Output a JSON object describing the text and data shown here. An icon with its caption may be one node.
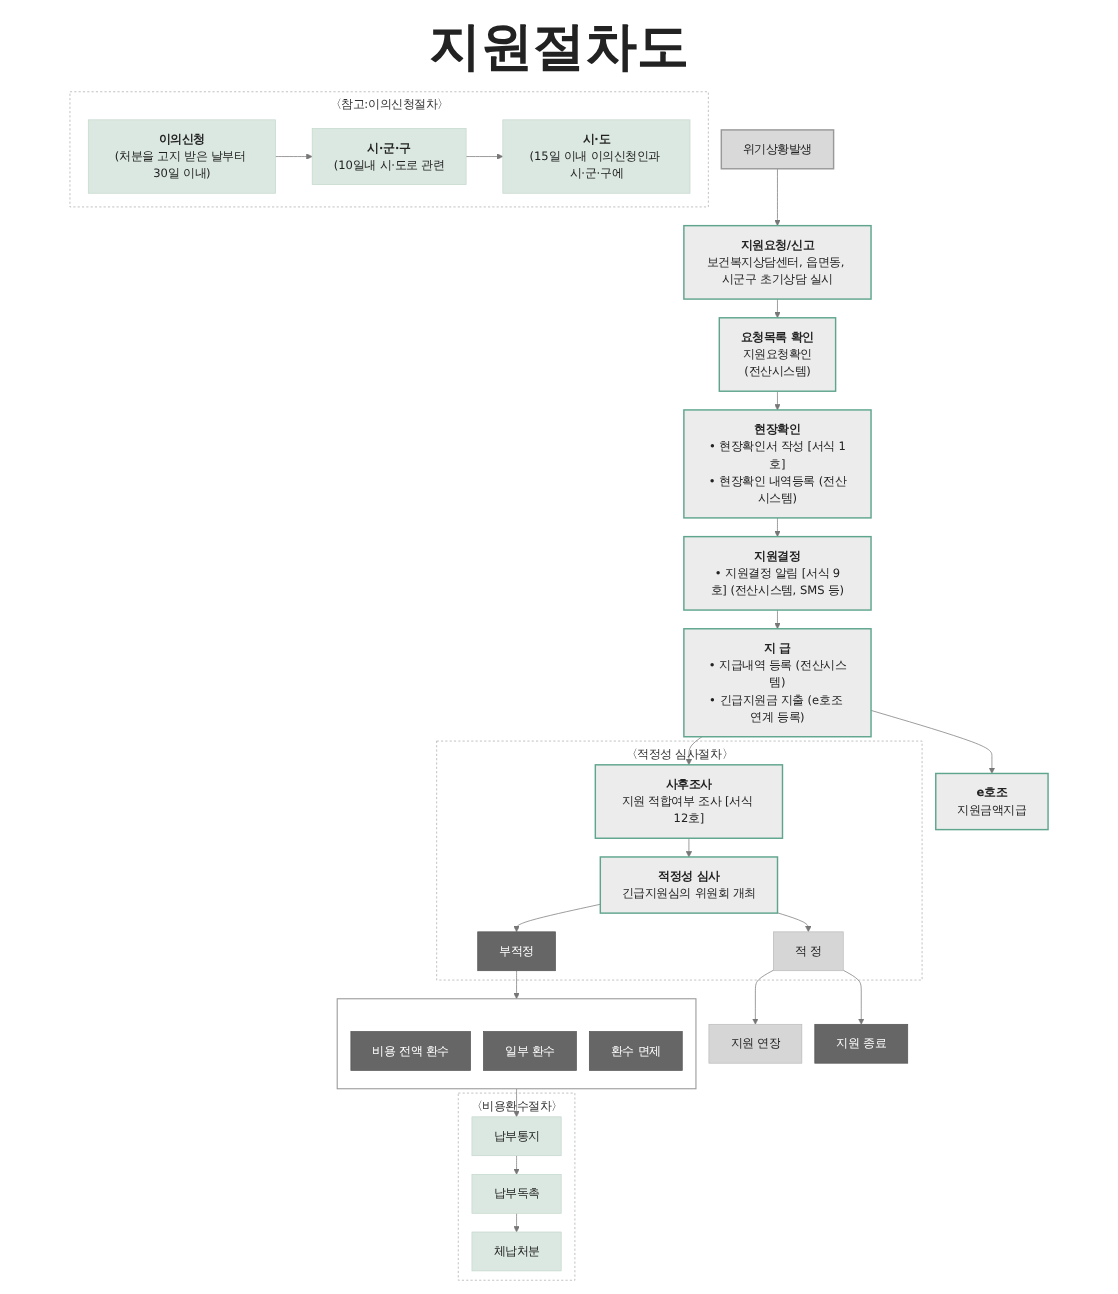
{
  "diagram": {
    "title": "지원절차도",
    "nodes": [
      {
        "text": [
          "위기상황발생"
        ]
      },
      {
        "text": [
          "지원요청/신고",
          "보건복지상담센터, 읍면동, 시군구 초기상담 실시"
        ]
      },
      {
        "text": [
          "요청목록 확인",
          "지원요청확인",
          "(전산시스템)"
        ]
      },
      {
        "text": [
          "현장확인",
          "• 현장확인서 작성 [서식 1호]",
          "• 현장확인 내역등록 (전산시스템)"
        ]
      },
      {
        "text": [
          "지원결정",
          "• 지원결정 알림 [서식 9호] (전산시스템, SMS 등)"
        ]
      },
      {
        "text": [
          "지 급",
          "• 지급내역 등록 (전산시스템)",
          "• 긴급지원금 지출 (e호조 연계 등록)"
        ]
      },
      {
        "text": [
          "〈적정성 심사절차〉"
        ]
      },
      {
        "text": [
          "사후조사",
          "지원 적합여부 조사 [서식 12호]"
        ],
        "in": 6
      },
      {
        "text": [
          "적정성 심사",
          "긴급지원심의 위원회 개최"
        ],
        "in": 6
      },
      {
        "text": [
          "적 정"
        ],
        "in": 6
      },
      {
        "text": [
          "부적정"
        ],
        "in": 6
      },
      {
        "text": [
          "e호조",
          "지원금액지급"
        ]
      },
      {
        "text": [
          "지원 연장"
        ]
      },
      {
        "text": [
          "지원 종료"
        ]
      },
      {
        "text": [],
        "shape": "box"
      },
      {
        "text": [
          "비용 전액 환수"
        ],
        "in": 14
      },
      {
        "text": [
          "일부 환수"
        ],
        "in": 14
      },
      {
        "text": [
          "환수 면제"
        ],
        "in": 14
      },
      {
        "text": [
          "〈비용환수절차〉"
        ]
      },
      {
        "text": [
          "납부통지"
        ],
        "in": 18
      },
      {
        "text": [
          "납부독촉"
        ],
        "in": 18
      },
      {
        "text": [
          "체납처분"
        ],
        "in": 18
      },
      {
        "text": [
          "〈참고:이의신청절차〉"
        ]
      },
      {
        "text": [
          "이의신청",
          "(처분을 고지 받은 날부터 30일 이내)"
        ],
        "in": 22
      },
      {
        "text": [
          "시·군·구",
          "(10일내 시·도로 관련"
        ],
        "in": 22
      },
      {
        "text": [
          "시·도",
          "(15일 이내 이의신청인과 시·군·구에"
        ],
        "in": 22
      }
    ],
    "edges": [
      {
        "from": 0,
        "to": 1,
        "arrow": "to"
      },
      {
        "from": 1,
        "to": 2,
        "arrow": "to"
      },
      {
        "from": 2,
        "to": 3,
        "arrow": "to"
      },
      {
        "from": 3,
        "to": 4,
        "arrow": "to"
      },
      {
        "from": 4,
        "to": 5,
        "arrow": "to"
      },
      {
        "from": 5,
        "to": 7,
        "arrow": "to"
      },
      {
        "from": 5,
        "to": 11,
        "arrow": "to"
      },
      {
        "from": 7,
        "to": 8,
        "arrow": "to"
      },
      {
        "from": 8,
        "to": 9,
        "arrow": "to"
      },
      {
        "from": 8,
        "to": 10,
        "arrow": "to"
      },
      {
        "from": 9,
        "to": 12,
        "arrow": "to"
      },
      {
        "from": 9,
        "to": 13,
        "arrow": "to"
      },
      {
        "from": 10,
        "to": 14,
        "arrow": "to"
      },
      {
        "from": 14,
        "to": 19,
        "arrow": "to"
      },
      {
        "from": 19,
        "to": 20,
        "arrow": "to"
      },
      {
        "from": 20,
        "to": 21,
        "arrow": "to"
      },
      {
        "from": 23,
        "to": 24,
        "arrow": "to"
      },
      {
        "from": 24,
        "to": 25,
        "arrow": "to"
      }
    ]
  }
}
